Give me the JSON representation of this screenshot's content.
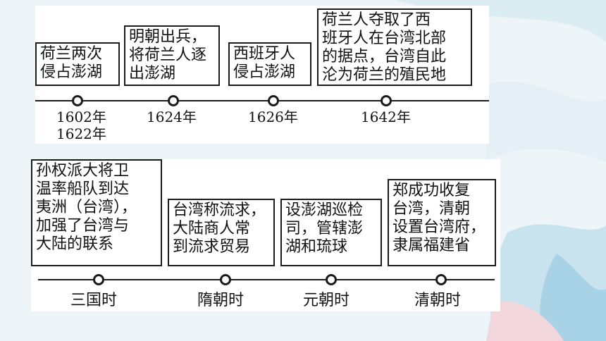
{
  "top_timeline": {
    "events": [
      {
        "text": "荷兰两次\n侵占澎湖"
      },
      {
        "text": "明朝出兵，\n将荷兰人逐\n出澎湖"
      },
      {
        "text": "西班牙人\n侵占澎湖"
      },
      {
        "text": "荷兰人夺取了西\n班牙人在台湾北部\n的据点，台湾自此\n沦为荷兰的殖民地"
      }
    ],
    "years": [
      {
        "text": "1602年\n1622年"
      },
      {
        "text": "1624年"
      },
      {
        "text": "1626年"
      },
      {
        "text": "1642年"
      }
    ]
  },
  "bottom_timeline": {
    "events": [
      {
        "text": "孙权派大将卫\n温率船队到达\n夷洲（台湾），\n加强了台湾与\n大陆的联系"
      },
      {
        "text": "台湾称流求，\n大陆商人常\n到流求贸易"
      },
      {
        "text": "设澎湖巡检\n司，管辖澎\n湖和琉球"
      },
      {
        "text": "郑成功收复\n台湾，清朝\n设置台湾府，\n隶属福建省"
      }
    ],
    "periods": [
      {
        "text": "三国时"
      },
      {
        "text": "隋朝时"
      },
      {
        "text": "元朝时"
      },
      {
        "text": "清朝时"
      }
    ]
  }
}
